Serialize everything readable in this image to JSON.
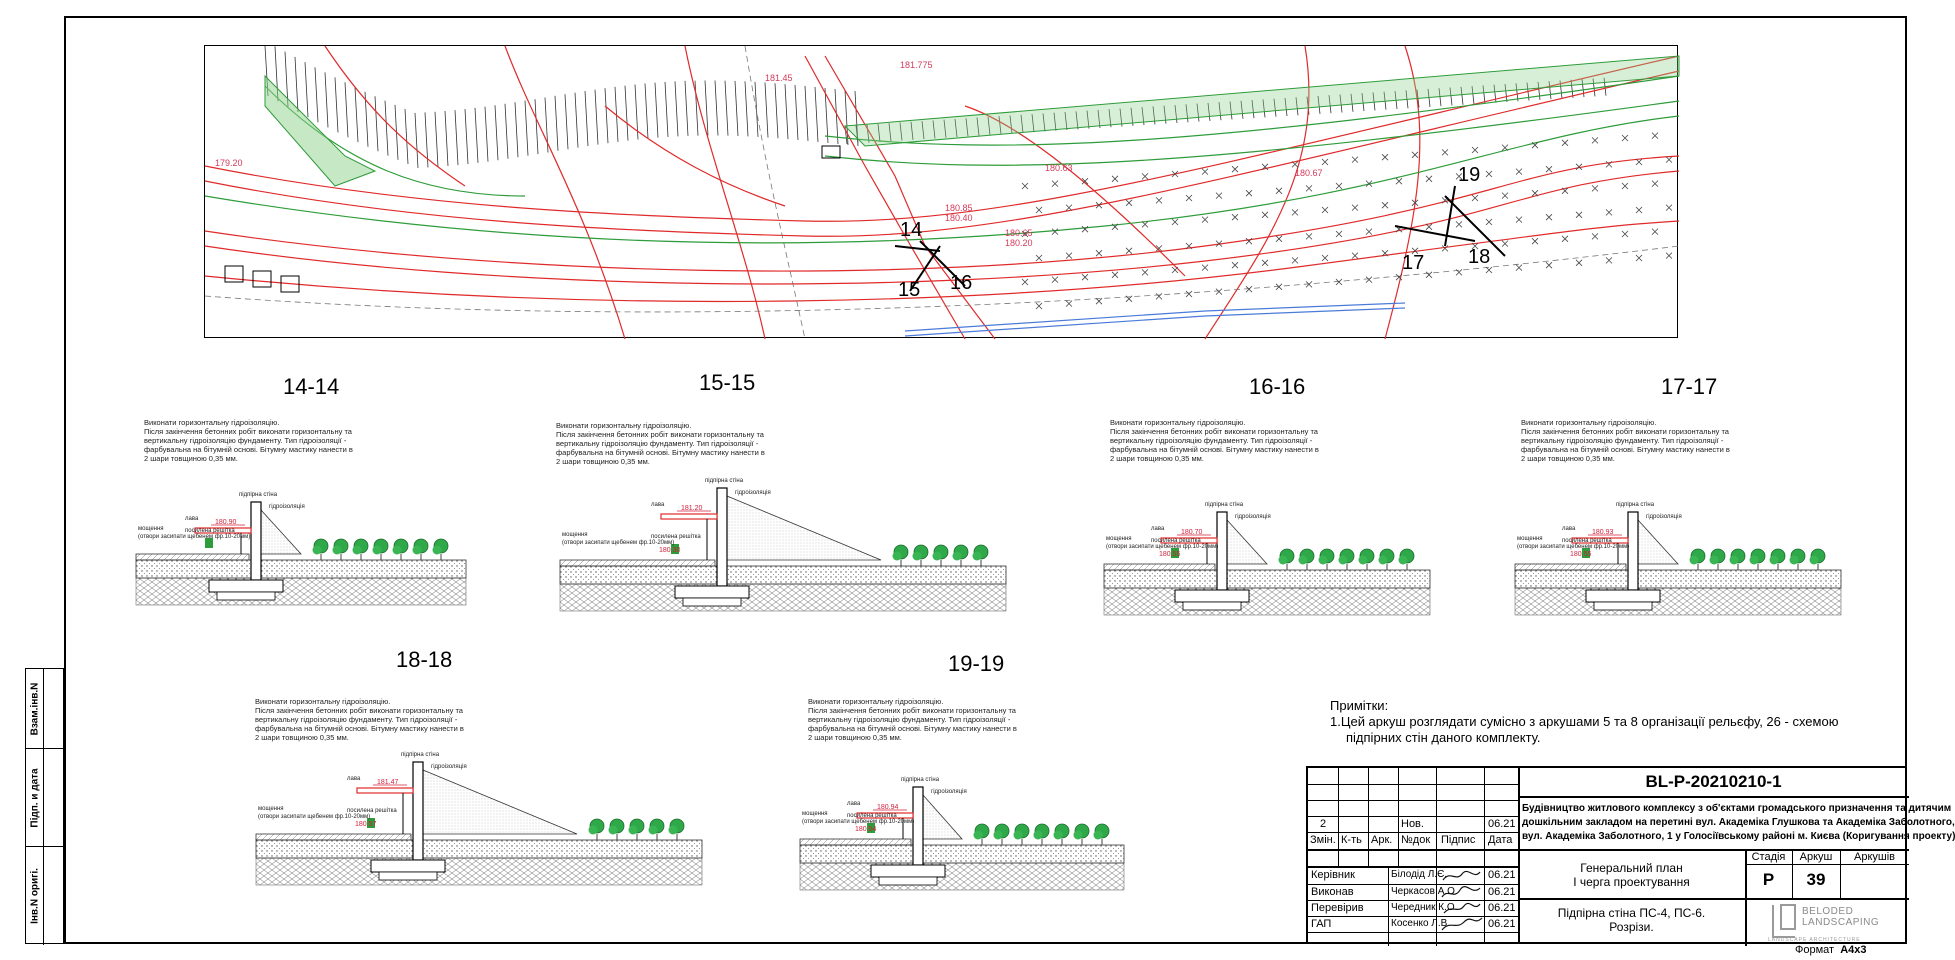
{
  "plan": {
    "section_markers": [
      "14",
      "15",
      "16",
      "17",
      "18",
      "19"
    ],
    "elevation_labels": [
      "181.775",
      "181.45",
      "180.63",
      "180.85",
      "180.40",
      "180.65",
      "180.20",
      "180.67",
      "179.20"
    ]
  },
  "sections": [
    {
      "title": "14-14",
      "slope": "small",
      "elev_top": "180.90",
      "elev_low": "",
      "note_lines": [
        "Виконати горизонтальну гідроізоляцію.",
        "Після закінчення бетонних робіт виконати горизонтальну та",
        "вертикальну гідроізоляцію фундаменту. Тип гідроізоляції -",
        "фарбувальна на бітумній основі. Бітумну мастику нанести в",
        "2 шари товщиною 0,35 мм."
      ]
    },
    {
      "title": "15-15",
      "slope": "big",
      "elev_top": "181.20",
      "elev_low": "180.30",
      "note_lines": [
        "Виконати горизонтальну гідроізоляцію.",
        "Після закінчення бетонних робіт виконати горизонтальну та",
        "вертикальну гідроізоляцію фундаменту. Тип гідроізоляції -",
        "фарбувальна на бітумній основі. Бітумну мастику нанести в",
        "2 шари товщиною 0,35 мм."
      ]
    },
    {
      "title": "16-16",
      "slope": "small",
      "elev_top": "180.70",
      "elev_low": "180.55",
      "note_lines": [
        "Виконати горизонтальну гідроізоляцію.",
        "Після закінчення бетонних робіт виконати горизонтальну та",
        "вертикальну гідроізоляцію фундаменту. Тип гідроізоляції -",
        "фарбувальна на бітумній основі. Бітумну мастику нанести в",
        "2 шари товщиною 0,35 мм."
      ]
    },
    {
      "title": "17-17",
      "slope": "small",
      "elev_top": "180.93",
      "elev_low": "180.55",
      "note_lines": [
        "Виконати горизонтальну гідроізоляцію.",
        "Після закінчення бетонних робіт виконати горизонтальну та",
        "вертикальну гідроізоляцію фундаменту. Тип гідроізоляції -",
        "фарбувальна на бітумній основі. Бітумну мастику нанести в",
        "2 шари товщиною 0,35 мм."
      ]
    },
    {
      "title": "18-18",
      "slope": "big",
      "elev_top": "181.47",
      "elev_low": "180.57",
      "note_lines": [
        "Виконати горизонтальну гідроізоляцію.",
        "Після закінчення бетонних робіт виконати горизонтальну та",
        "вертикальну гідроізоляцію фундаменту. Тип гідроізоляції -",
        "фарбувальна на бітумній основі. Бітумну мастику нанести в",
        "2 шари товщиною 0,35 мм."
      ]
    },
    {
      "title": "19-19",
      "slope": "small",
      "elev_top": "180.94",
      "elev_low": "180.54",
      "note_lines": [
        "Виконати горизонтальну гідроізоляцію.",
        "Після закінчення бетонних робіт виконати горизонтальну та",
        "вертикальну гідроізоляцію фундаменту. Тип гідроізоляції -",
        "фарбувальна на бітумній основі. Бітумну мастику нанести в",
        "2 шари товщиною 0,35 мм."
      ]
    }
  ],
  "section_labels": {
    "wall": "підпірна стіна",
    "lava": "лава",
    "hydro": "гідроізоляція",
    "moshchennia": "мощення",
    "rebar": "посилена решітка",
    "drain": "(отвори засипати щебенем фр.10-20мм)"
  },
  "notes": {
    "heading": "Примітки:",
    "lines": [
      "1.Цей аркуш розглядати сумісно з аркушами 5 та 8 організації рельєфу, 26 - схемою",
      "підпірних стін даного комплекту."
    ]
  },
  "side_stamp": [
    "Взам.інв.N",
    "Підп. и дата",
    "Інв.N оригі."
  ],
  "title_block": {
    "code": "BL-P-20210210-1",
    "project_lines": [
      "Будівництво житлового комплексу з об'єктами громадського призначення та дитячим",
      "дошкільним закладом на перетині вул. Академіка Глушкова та Академіка Заболотного,",
      "вул. Академіка Заболотного, 1 у Голосіївському районі м. Києва (Коригування проекту)"
    ],
    "rev_row": {
      "n": "2",
      "note": "Нов.",
      "date": "06.21"
    },
    "header_row": [
      "Змін.",
      "К-ть",
      "Арк.",
      "№док",
      "Підпис",
      "Дата"
    ],
    "signatures": [
      {
        "role": "Керівник",
        "name": "Білодід Л.Є.",
        "date": "06.21"
      },
      {
        "role": "Виконав",
        "name": "Черкасов А.О.",
        "date": "06.21"
      },
      {
        "role": "Перевірив",
        "name": "Чередник К.О.",
        "date": "06.21"
      },
      {
        "role": "ГАП",
        "name": "Косенко Л.В.",
        "date": "06.21"
      }
    ],
    "plan_title": [
      "Генеральний план",
      "І черга проектування"
    ],
    "sheet_title": [
      "Підпірна стіна ПС-4, ПС-6.",
      "Розрізи."
    ],
    "stage_label": "Стадія",
    "sheet_label": "Аркуш",
    "sheets_label": "Аркушів",
    "stage": "Р",
    "sheet": "39",
    "sheets": "",
    "logo_text": "BELODED LANDSCAPING",
    "logo_sub": "LANDSCAPE ARCHITECTURE"
  },
  "format": {
    "label": "Формат",
    "value": "А4х3"
  }
}
